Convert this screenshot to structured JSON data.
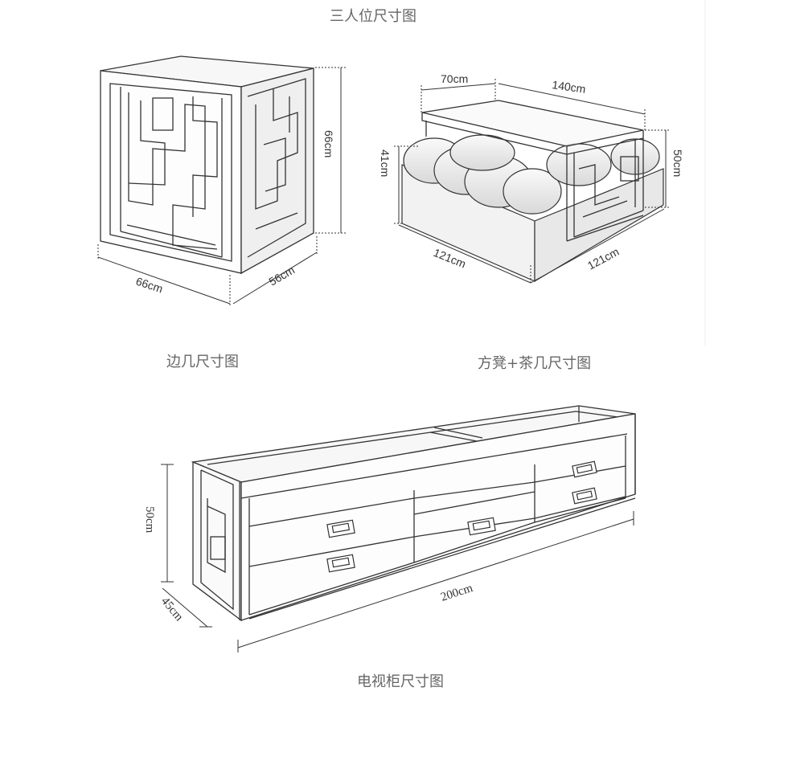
{
  "captions": {
    "sofa": "三人位尺寸图",
    "side_table": "边几尺寸图",
    "stool_table": "方凳+茶几尺寸图",
    "tv_cabinet": "电视柜尺寸图"
  },
  "side_table_dims": {
    "width": "66cm",
    "depth": "56cm",
    "height": "66cm"
  },
  "stool_table_dims": {
    "table_width": "70cm",
    "table_length": "140cm",
    "stool_height": "41cm",
    "table_height": "50cm",
    "stool_side_a": "121cm",
    "stool_side_b": "121cm"
  },
  "tv_cabinet_dims": {
    "height": "50cm",
    "depth": "45cm",
    "length": "200cm"
  }
}
